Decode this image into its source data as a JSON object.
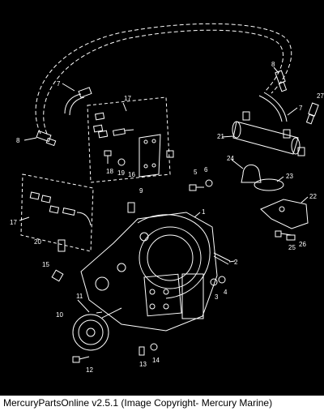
{
  "footer": {
    "text": "MercuryPartsOnline v2.5.1 (Image Copyright- Mercury Marine)"
  },
  "colors": {
    "background": "#000000",
    "line": "#ffffff",
    "footer_bg": "#ffffff",
    "footer_text": "#000000"
  },
  "callouts": [
    "1",
    "2",
    "3",
    "4",
    "5",
    "6",
    "7",
    "7",
    "8",
    "8",
    "9",
    "10",
    "11",
    "12",
    "13",
    "14",
    "15",
    "16",
    "17",
    "17",
    "18",
    "19",
    "20",
    "21",
    "22",
    "23",
    "24",
    "25",
    "26",
    "27"
  ]
}
